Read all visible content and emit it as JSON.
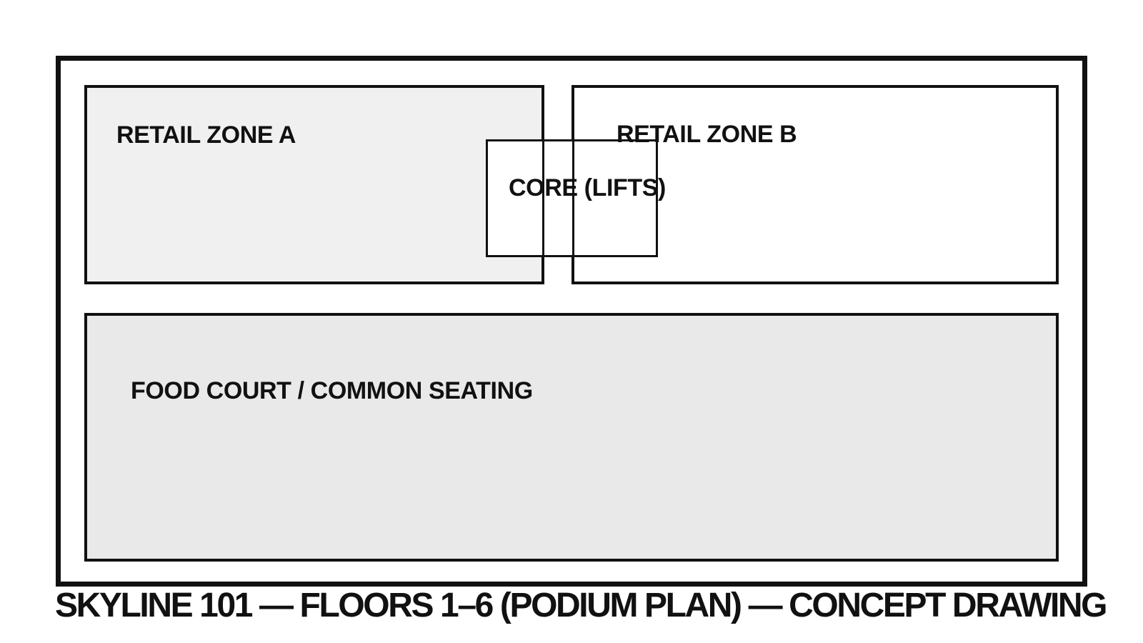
{
  "diagram": {
    "title": "SKYLINE 101 — FLOORS 1–6 (PODIUM PLAN) — CONCEPT DRAWING",
    "zones": [
      {
        "id": "retail-zone-a",
        "label": "RETAIL ZONE A"
      },
      {
        "id": "retail-zone-b",
        "label": "RETAIL ZONE B"
      },
      {
        "id": "core-lifts",
        "label": "CORE (LIFTS)"
      },
      {
        "id": "food-court",
        "label": "FOOD COURT / COMMON SEATING"
      }
    ],
    "colors": {
      "background": "#ffffff",
      "line": "#111111",
      "retail_zone_a_fill": "#f0f0f0",
      "retail_zone_b_fill": "#ffffff",
      "core_fill": "#ffffff",
      "food_court_fill": "#e9e9e9"
    }
  }
}
